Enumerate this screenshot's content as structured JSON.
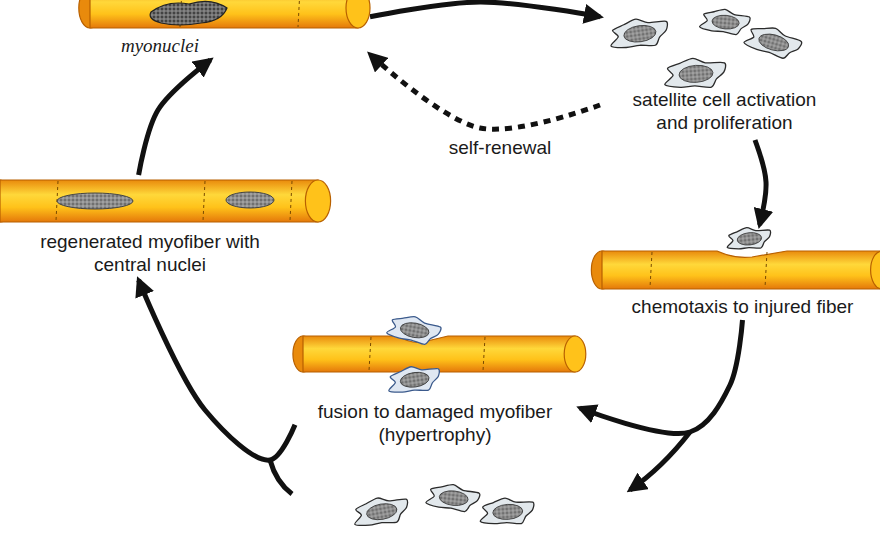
{
  "diagram": {
    "nodes": [
      {
        "text": [
          "myonuclei"
        ]
      },
      {
        "text": [
          "satellite cell activation and proliferation"
        ]
      },
      {
        "text": [
          "regenerated myofiber with central nuclei"
        ]
      },
      {
        "text": [
          "chemotaxis to injured fiber"
        ]
      },
      {
        "text": [
          "fusion to damaged myofiber (hypertrophy)"
        ]
      }
    ],
    "edges": [
      {
        "from": 0,
        "to": 1,
        "arrow": "to"
      },
      {
        "from": 1,
        "to": 0,
        "label": "self-renewal",
        "arrow": "to"
      },
      {
        "from": 1,
        "to": 3,
        "arrow": "to"
      },
      {
        "from": 3,
        "to": 4,
        "arrow": "to"
      },
      {
        "from": 4,
        "to": 2,
        "arrow": "to"
      },
      {
        "from": 2,
        "to": 0,
        "arrow": "to"
      }
    ]
  }
}
